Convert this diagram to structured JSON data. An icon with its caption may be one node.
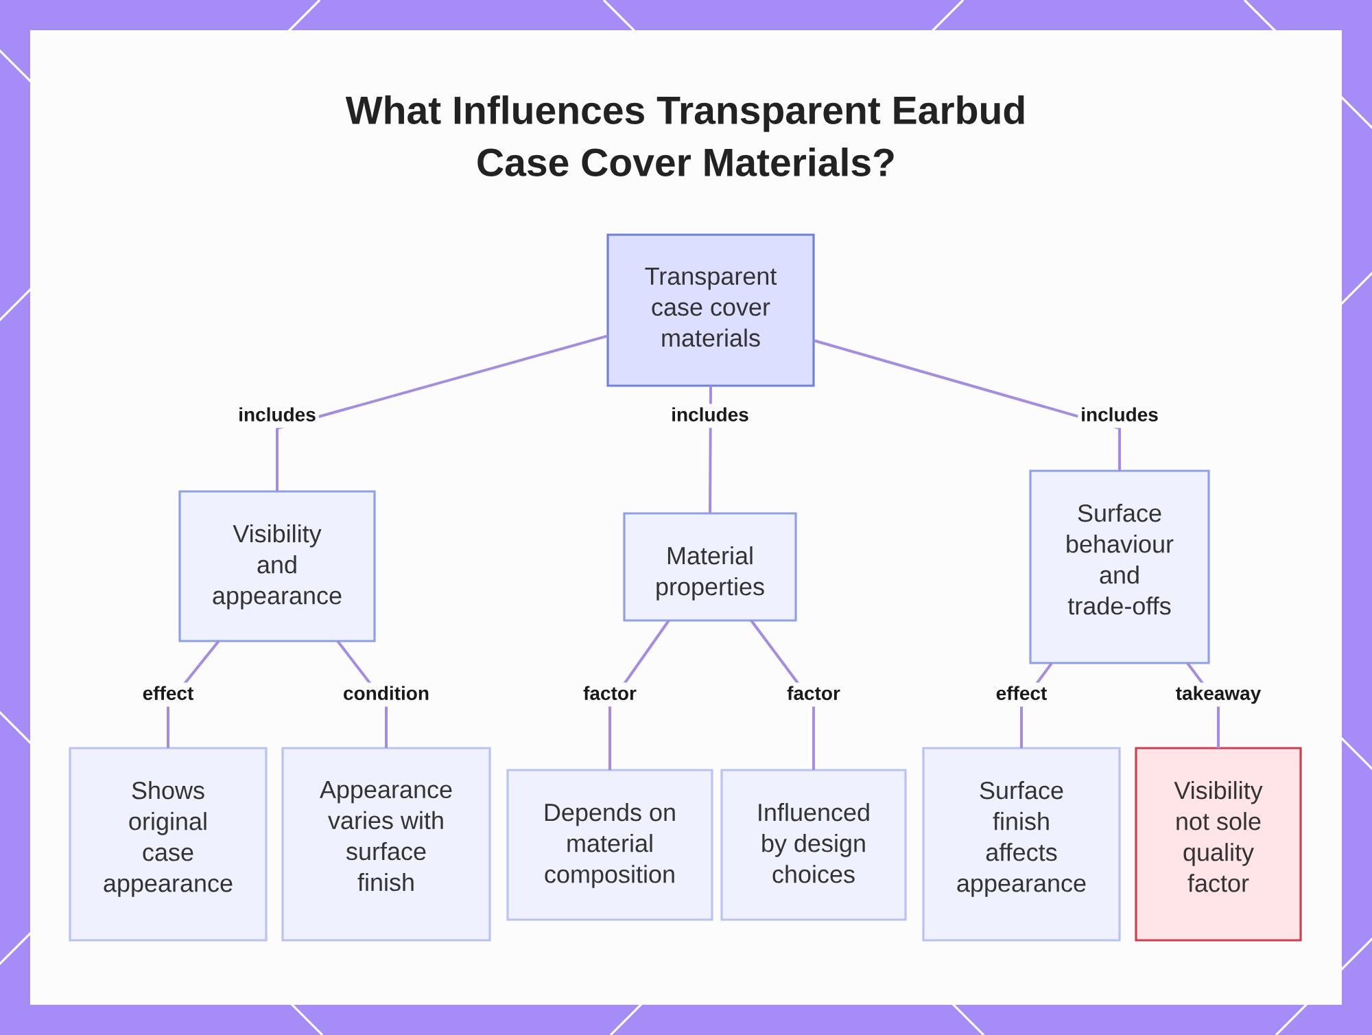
{
  "diagram": {
    "title": "What Influences Transparent Earbud Case Cover Materials?",
    "nodes": [
      {
        "text": [
          "Transparent case cover materials"
        ]
      },
      {
        "text": [
          "Visibility and appearance"
        ]
      },
      {
        "text": [
          "Material properties"
        ]
      },
      {
        "text": [
          "Surface behaviour and trade-offs"
        ]
      },
      {
        "text": [
          "Shows original case appearance"
        ]
      },
      {
        "text": [
          "Appearance varies with surface finish"
        ]
      },
      {
        "text": [
          "Depends on material composition"
        ]
      },
      {
        "text": [
          "Influenced by design choices"
        ]
      },
      {
        "text": [
          "Surface finish affects appearance"
        ]
      },
      {
        "text": [
          "Visibility not sole quality factor"
        ]
      }
    ],
    "edges": [
      {
        "from": 0,
        "to": 1,
        "arrow": "none",
        "label": "includes"
      },
      {
        "from": 0,
        "to": 2,
        "arrow": "none",
        "label": "includes"
      },
      {
        "from": 0,
        "to": 3,
        "arrow": "none",
        "label": "includes"
      },
      {
        "from": 1,
        "to": 4,
        "arrow": "none",
        "label": "effect"
      },
      {
        "from": 1,
        "to": 5,
        "arrow": "none",
        "label": "condition"
      },
      {
        "from": 2,
        "to": 6,
        "arrow": "none",
        "label": "factor"
      },
      {
        "from": 2,
        "to": 7,
        "arrow": "none",
        "label": "factor"
      },
      {
        "from": 3,
        "to": 8,
        "arrow": "none",
        "label": "effect"
      },
      {
        "from": 3,
        "to": 9,
        "arrow": "none",
        "label": "takeaway"
      }
    ]
  }
}
